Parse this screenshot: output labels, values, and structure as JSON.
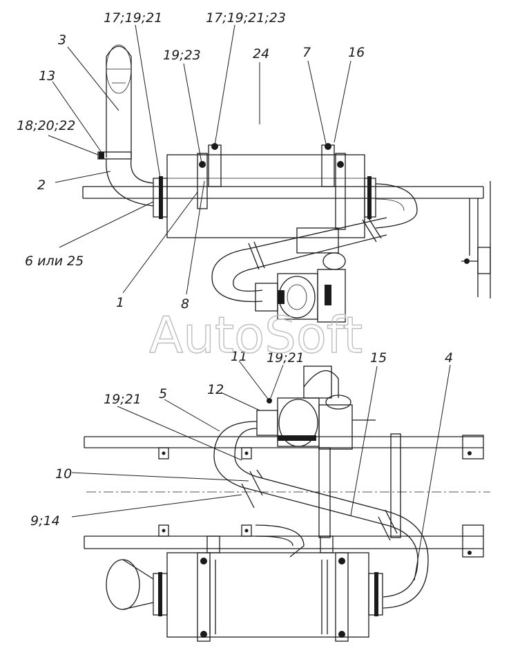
{
  "watermark": "AutoSoft",
  "callouts": {
    "c_17_19_21": "17;19;21",
    "c_17_19_21_23": "17;19;21;23",
    "c_3": "3",
    "c_19_23": "19;23",
    "c_24": "24",
    "c_7": "7",
    "c_16": "16",
    "c_13": "13",
    "c_18_20_22": "18;20;22",
    "c_2": "2",
    "c_6_25": "6 или 25",
    "c_1": "1",
    "c_8": "8",
    "c_11": "11",
    "c_19_21_b": "19;21",
    "c_15": "15",
    "c_4": "4",
    "c_12": "12",
    "c_19_21_c": "19;21",
    "c_5": "5",
    "c_10": "10",
    "c_9_14": "9;14"
  }
}
